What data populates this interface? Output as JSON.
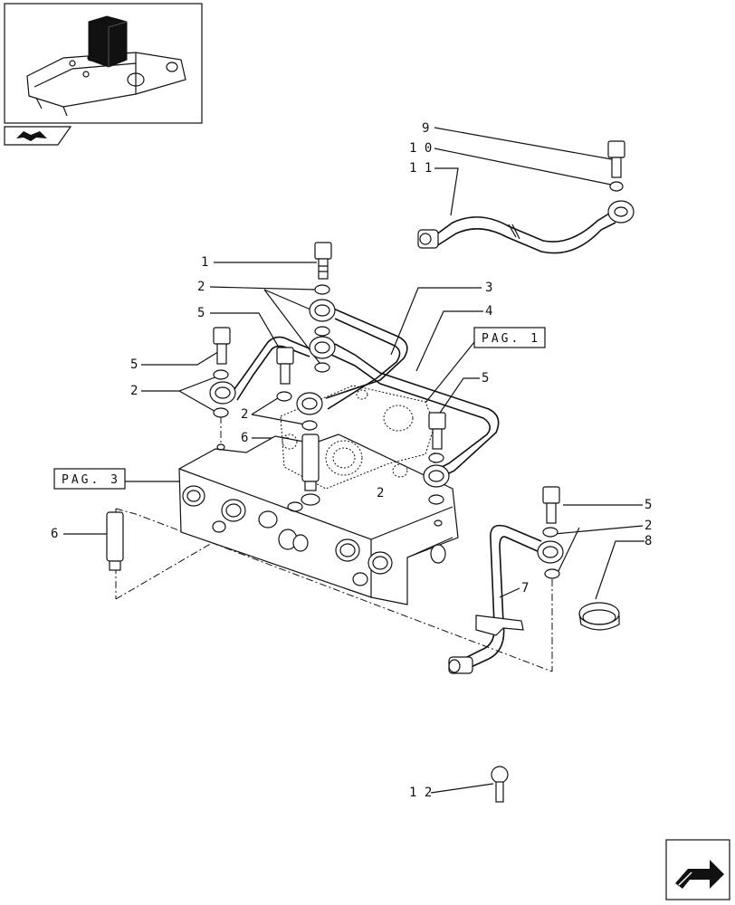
{
  "callouts": {
    "c1": "1",
    "c2": "2",
    "c3": "3",
    "c4": "4",
    "c5": "5",
    "c6": "6",
    "c7": "7",
    "c8": "8",
    "c9": "9",
    "c10": "1 0",
    "c11": "1 1",
    "c12": "1 2"
  },
  "page_refs": {
    "pag1": "PAG. 1",
    "pag3": "PAG. 3"
  },
  "icons": {
    "top_left": "tractor-lift-thumbnail-icon",
    "nav_back": "folder-arrow-icon",
    "nav_next": "next-page-arrow-icon"
  }
}
